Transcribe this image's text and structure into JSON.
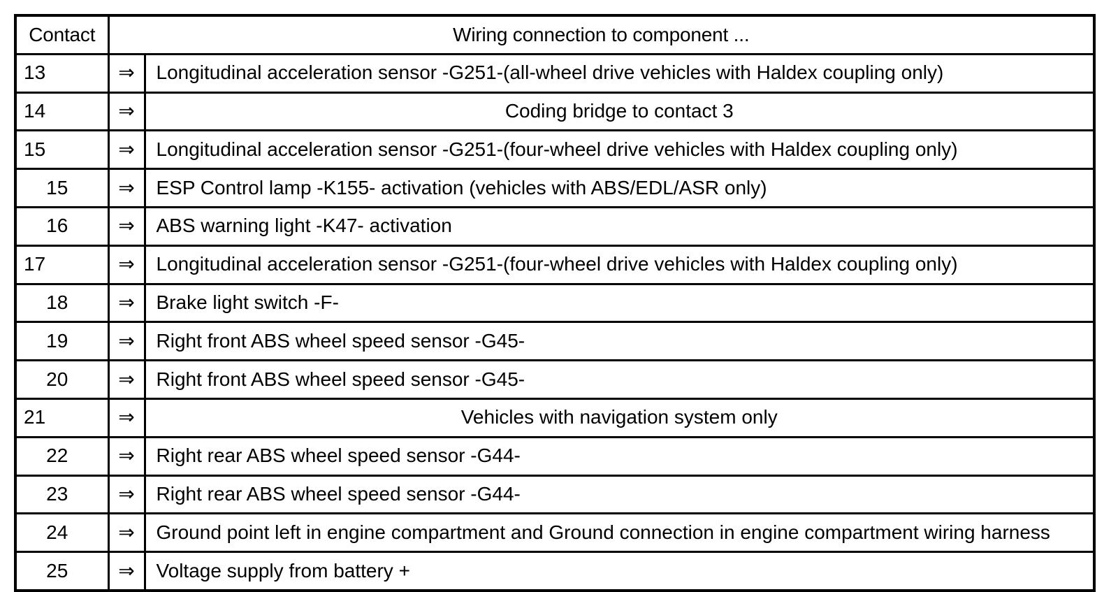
{
  "table": {
    "header": {
      "contact_label": "Contact",
      "wiring_label": "Wiring connection to component ..."
    },
    "arrow_glyph": "⇒",
    "rows": [
      {
        "contact": "13",
        "contact_align": "left",
        "arrow": "⇒",
        "description": "Longitudinal acceleration sensor -G251-(all-wheel drive vehicles with Haldex coupling only)",
        "desc_align": "left"
      },
      {
        "contact": "14",
        "contact_align": "left",
        "arrow": "⇒",
        "description": "Coding bridge to contact 3",
        "desc_align": "center"
      },
      {
        "contact": "15",
        "contact_align": "left",
        "arrow": "⇒",
        "description": "Longitudinal acceleration sensor -G251-(four-wheel drive vehicles with Haldex coupling only)",
        "desc_align": "left"
      },
      {
        "contact": "15",
        "contact_align": "center",
        "arrow": "⇒",
        "description": "ESP Control lamp -K155- activation (vehicles with ABS/EDL/ASR only)",
        "desc_align": "left"
      },
      {
        "contact": "16",
        "contact_align": "center",
        "arrow": "⇒",
        "description": "ABS warning light -K47- activation",
        "desc_align": "left"
      },
      {
        "contact": "17",
        "contact_align": "left",
        "arrow": "⇒",
        "description": "Longitudinal acceleration sensor -G251-(four-wheel drive vehicles with Haldex coupling only)",
        "desc_align": "left"
      },
      {
        "contact": "18",
        "contact_align": "center",
        "arrow": "⇒",
        "description": "Brake light switch -F-",
        "desc_align": "left"
      },
      {
        "contact": "19",
        "contact_align": "center",
        "arrow": "⇒",
        "description": "Right front ABS wheel speed sensor -G45-",
        "desc_align": "left"
      },
      {
        "contact": "20",
        "contact_align": "center",
        "arrow": "⇒",
        "description": "Right front ABS wheel speed sensor -G45-",
        "desc_align": "left"
      },
      {
        "contact": "21",
        "contact_align": "left",
        "arrow": "⇒",
        "description": "Vehicles with navigation system only",
        "desc_align": "center"
      },
      {
        "contact": "22",
        "contact_align": "center",
        "arrow": "⇒",
        "description": "Right rear ABS wheel speed sensor -G44-",
        "desc_align": "left"
      },
      {
        "contact": "23",
        "contact_align": "center",
        "arrow": "⇒",
        "description": "Right rear ABS wheel speed sensor -G44-",
        "desc_align": "left"
      },
      {
        "contact": "24",
        "contact_align": "center",
        "arrow": "⇒",
        "description": "Ground point left in engine compartment and Ground connection in engine compartment wiring harness",
        "desc_align": "left"
      },
      {
        "contact": "25",
        "contact_align": "center",
        "arrow": "⇒",
        "description": "Voltage supply from battery +",
        "desc_align": "left"
      }
    ]
  },
  "colors": {
    "background": "#ffffff",
    "text": "#000000",
    "border": "#000000"
  }
}
